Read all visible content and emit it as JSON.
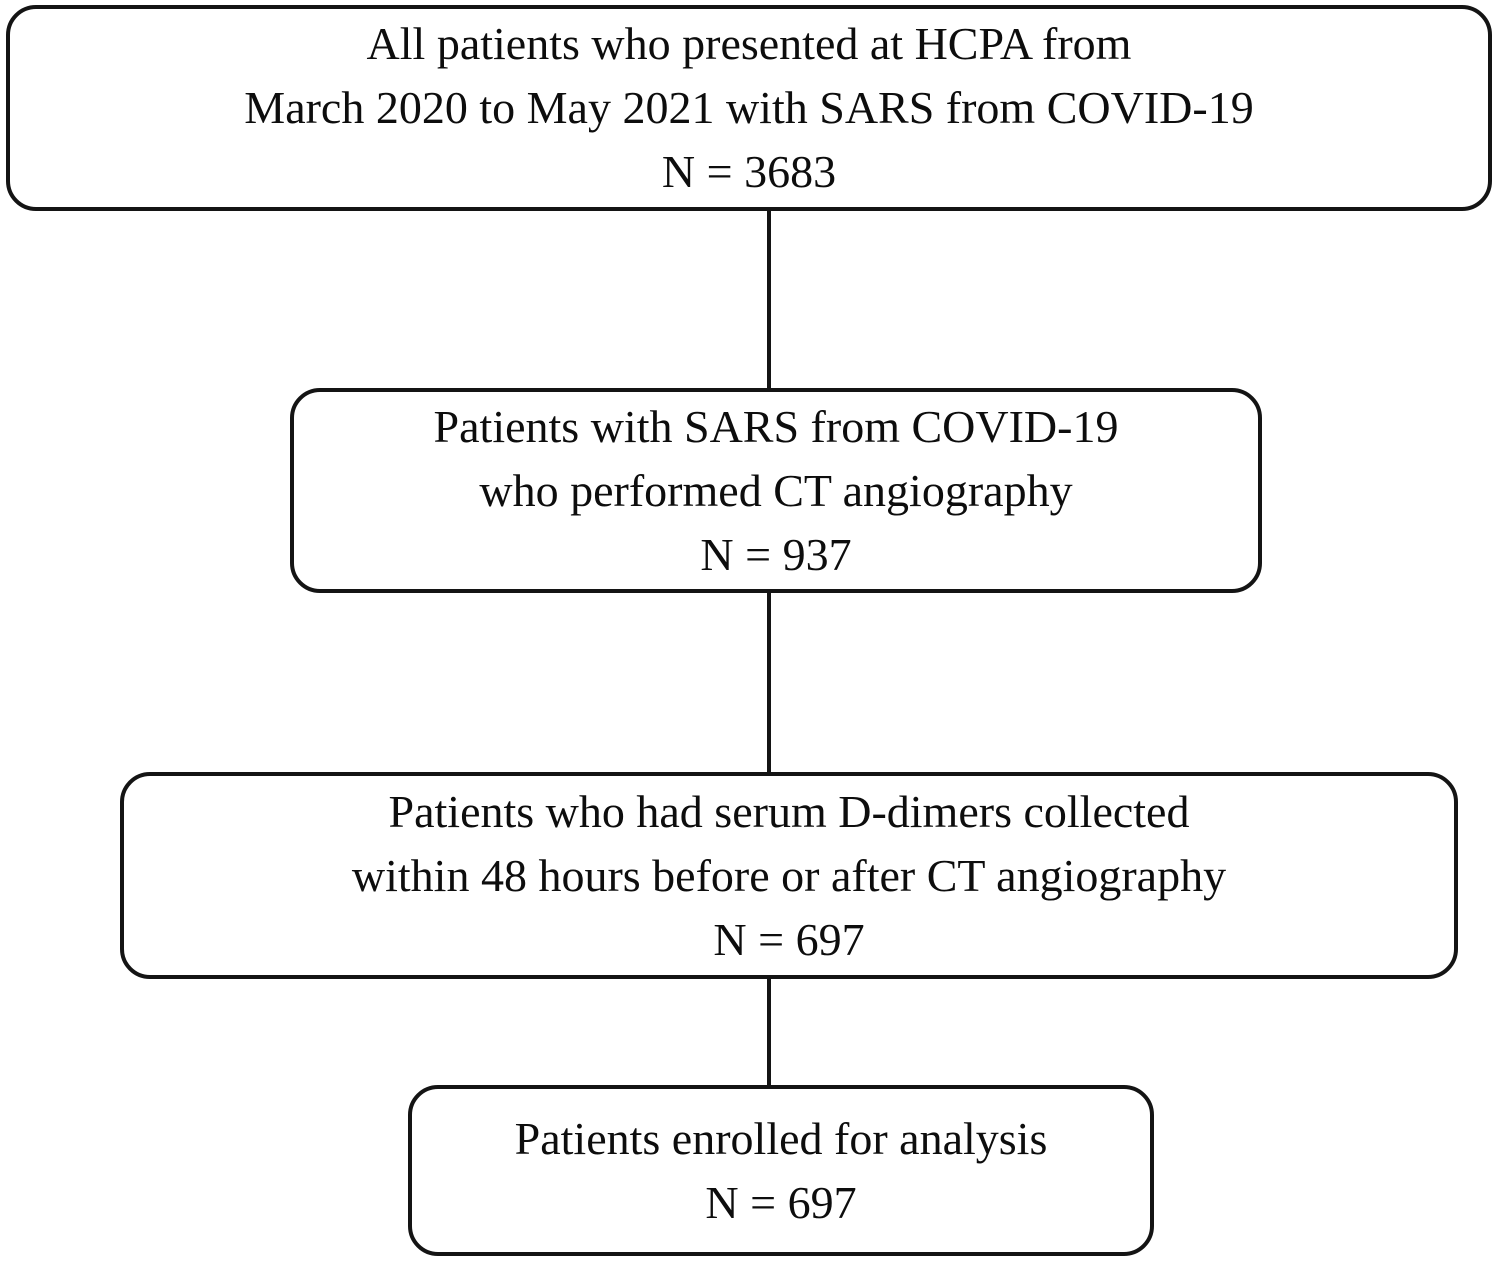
{
  "diagram": {
    "type": "flowchart",
    "direction": "top-down",
    "border_color": "#141414",
    "background_color": "#ffffff",
    "text_color": "#0d0d0d",
    "boxes": [
      {
        "id": "all-patients",
        "lines": [
          "All patients who presented at HCPA from",
          "March 2020 to May 2021 with SARS from COVID-19",
          "N = 3683"
        ],
        "n": 3683
      },
      {
        "id": "ct-angiography",
        "lines": [
          "Patients with SARS from COVID-19",
          "who performed CT angiography",
          "N = 937"
        ],
        "n": 937
      },
      {
        "id": "d-dimers-collected",
        "lines": [
          "Patients who had serum D-dimers collected",
          "within 48 hours before or after CT angiography",
          "N = 697"
        ],
        "n": 697
      },
      {
        "id": "enrolled-for-analysis",
        "lines": [
          "Patients enrolled for analysis",
          "N = 697"
        ],
        "n": 697
      }
    ],
    "connectors": [
      {
        "from": "all-patients",
        "to": "ct-angiography"
      },
      {
        "from": "ct-angiography",
        "to": "d-dimers-collected"
      },
      {
        "from": "d-dimers-collected",
        "to": "enrolled-for-analysis"
      }
    ]
  }
}
